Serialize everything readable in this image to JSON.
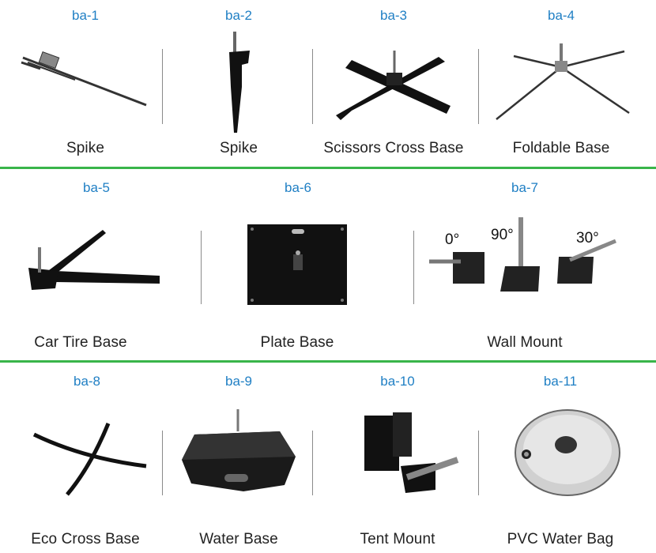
{
  "colors": {
    "code_blue": "#1f7fc4",
    "divider_green": "#39b54a",
    "divider_gray": "#8a8a8a"
  },
  "items": [
    {
      "code": "ba-1",
      "name": "Spike"
    },
    {
      "code": "ba-2",
      "name": "Spike"
    },
    {
      "code": "ba-3",
      "name": "Scissors Cross Base"
    },
    {
      "code": "ba-4",
      "name": "Foldable Base"
    },
    {
      "code": "ba-5",
      "name": "Car Tire Base"
    },
    {
      "code": "ba-6",
      "name": "Plate Base"
    },
    {
      "code": "ba-7",
      "name": "Wall Mount",
      "angles": [
        "0°",
        "90°",
        "30°"
      ]
    },
    {
      "code": "ba-8",
      "name": "Eco Cross Base"
    },
    {
      "code": "ba-9",
      "name": "Water Base"
    },
    {
      "code": "ba-10",
      "name": "Tent Mount"
    },
    {
      "code": "ba-11",
      "name": "PVC Water Bag"
    }
  ]
}
